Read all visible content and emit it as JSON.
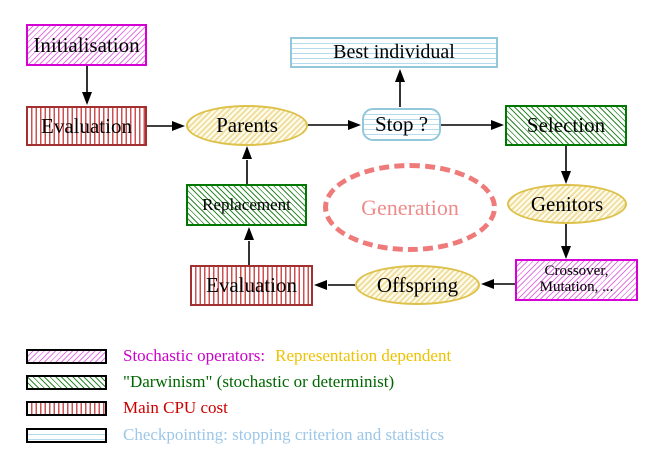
{
  "nodes": {
    "initialisation": {
      "label": "Initialisation"
    },
    "evaluation_top": {
      "label": "Evaluation"
    },
    "parents": {
      "label": "Parents"
    },
    "best_individual": {
      "label": "Best individual"
    },
    "stop": {
      "label": "Stop ?"
    },
    "selection": {
      "label": "Selection"
    },
    "replacement": {
      "label": "Replacement"
    },
    "generation": {
      "label": "Generation"
    },
    "genitors": {
      "label": "Genitors"
    },
    "crossover": {
      "line1": "Crossover,",
      "line2": "Mutation, ..."
    },
    "evaluation_bottom": {
      "label": "Evaluation"
    },
    "offspring": {
      "label": "Offspring"
    }
  },
  "legend": {
    "items": [
      {
        "swatch": "magenta-diagonal-hatch",
        "label": "Stochastic operators:",
        "label2": "Representation dependent"
      },
      {
        "swatch": "green-diagonal-hatch",
        "label": "\"Darwinism\" (stochastic or determinist)"
      },
      {
        "swatch": "red-vertical-lines",
        "label": "Main CPU cost"
      },
      {
        "swatch": "cyan-horizontal-lines",
        "label": "Checkpointing: stopping criterion and statistics"
      }
    ]
  },
  "colors": {
    "magenta": "#d400d4",
    "green": "#007700",
    "red_border": "#a33030",
    "red_text": "#cc0000",
    "cyan_border": "#93c8dc",
    "cyan_text": "#9cc7e8",
    "yellow_border": "#ddc14a",
    "yellow_text": "#eec200",
    "salmon": "#ee7a7a",
    "line": "#000000",
    "background": "#ffffff"
  }
}
